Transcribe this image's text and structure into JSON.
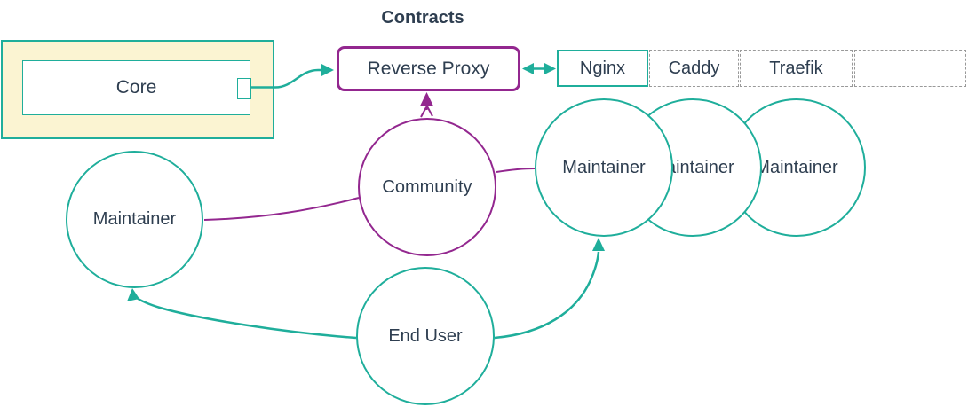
{
  "title": "Contracts",
  "colors": {
    "teal": "#1fae9b",
    "purple": "#93278f",
    "text": "#2e3e50",
    "groupFill": "#fbf4d2",
    "dashBorder": "#999999",
    "nodeFill": "#ffffff"
  },
  "nodes": {
    "core": {
      "label": "Core"
    },
    "reverse_proxy": {
      "label": "Reverse Proxy"
    },
    "community": {
      "label": "Community"
    },
    "end_user": {
      "label": "End User"
    },
    "maintainer_left": {
      "label": "Maintainer"
    },
    "maintainers_right": [
      {
        "label": "Maintainer"
      },
      {
        "label": "Maintainer"
      },
      {
        "label": "Maintainer"
      }
    ]
  },
  "proxy_table": {
    "cells": [
      {
        "label": "Nginx",
        "border": "solid-teal"
      },
      {
        "label": "Caddy",
        "border": "dashed-gray"
      },
      {
        "label": "Traefik",
        "border": "dashed-gray"
      },
      {
        "label": "",
        "border": "dashed-gray"
      }
    ]
  },
  "edges": [
    {
      "from": "Core",
      "to": "Reverse Proxy",
      "type": "arrow",
      "color": "teal"
    },
    {
      "from": "Reverse Proxy",
      "to": "Nginx",
      "type": "double-arrow",
      "color": "teal"
    },
    {
      "from": "Community",
      "to": "Reverse Proxy",
      "type": "arrow",
      "color": "purple"
    },
    {
      "from": "Community",
      "to": "Maintainer (left)",
      "type": "line",
      "color": "purple"
    },
    {
      "from": "Community",
      "to": "Maintainer (right)",
      "type": "line",
      "color": "purple"
    },
    {
      "from": "End User",
      "to": "Maintainer (left)",
      "type": "arrow",
      "color": "teal"
    },
    {
      "from": "End User",
      "to": "Maintainer (right)",
      "type": "arrow",
      "color": "teal"
    }
  ]
}
